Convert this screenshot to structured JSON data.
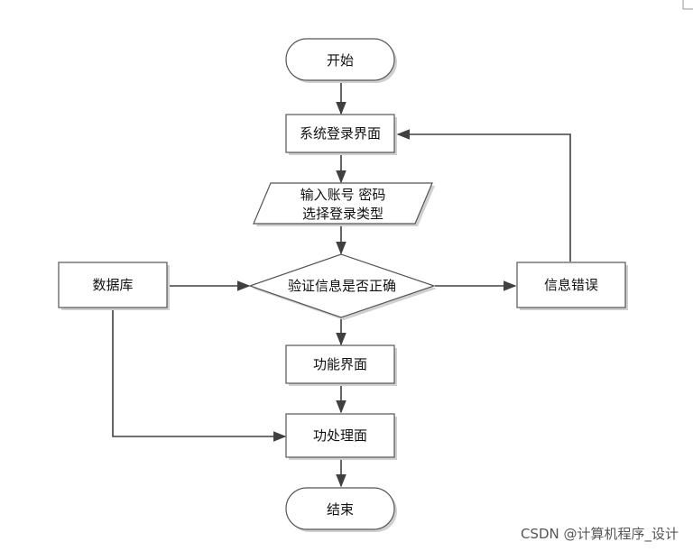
{
  "nodes": {
    "start": "开始",
    "login_ui": "系统登录界面",
    "input_line1": "输入账号 密码",
    "input_line2": "选择登录类型",
    "verify": "验证信息是否正确",
    "database": "数据库",
    "info_error": "信息错误",
    "function_ui": "功能界面",
    "process_ui": "功处理面",
    "end": "结束"
  },
  "watermark": "CSDN @计算机程序_设计"
}
